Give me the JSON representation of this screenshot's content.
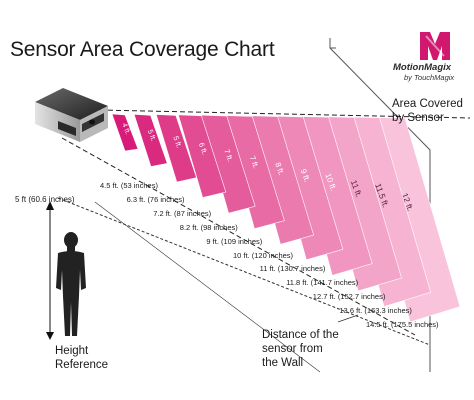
{
  "title": "Sensor Area Coverage Chart",
  "brand": {
    "name": "MotionMagix",
    "tagline": "by TouchMagix"
  },
  "labels": {
    "area_line1": "Area Covered",
    "area_line2": "by Sensor",
    "reference_height": "5 ft (60.6 inches)",
    "height_line1": "Height",
    "height_line2": "Reference",
    "distance_line1": "Distance of the",
    "distance_line2": "sensor from",
    "distance_line3": "the Wall"
  },
  "panels": [
    {
      "label": "4 ft.",
      "color": "#d81b78"
    },
    {
      "label": "5 ft.",
      "color": "#da2a80"
    },
    {
      "label": "5 ft.",
      "color": "#de3b89"
    },
    {
      "label": "6 ft.",
      "color": "#e24c93"
    },
    {
      "label": "7 ft.",
      "color": "#e55c9c"
    },
    {
      "label": "7 ft.",
      "color": "#e86ba5"
    },
    {
      "label": "8 ft.",
      "color": "#eb7aae"
    },
    {
      "label": "9 ft.",
      "color": "#ee88b7"
    },
    {
      "label": "10 ft.",
      "color": "#f096c0"
    },
    {
      "label": "11 ft.",
      "color": "#f3a4c9"
    },
    {
      "label": "11.5 ft.",
      "color": "#f6b3d2"
    },
    {
      "label": "12 ft.",
      "color": "#f9c3dc"
    }
  ],
  "distances": [
    "4.5 ft. (53 inches)",
    "6.3 ft. (76 inches)",
    "7.2 ft. (87 inches)",
    "8.2 ft. (98 inches)",
    "9 ft. (109 inches)",
    "10 ft. (120 inches)",
    "11 ft. (130.7 inches)",
    "11.8 ft. (141.7 inches)",
    "12.7 ft. (152.7 inches)",
    "13.6 ft. (163.3 inches)",
    "14.5 ft. (175.5 inches)"
  ]
}
